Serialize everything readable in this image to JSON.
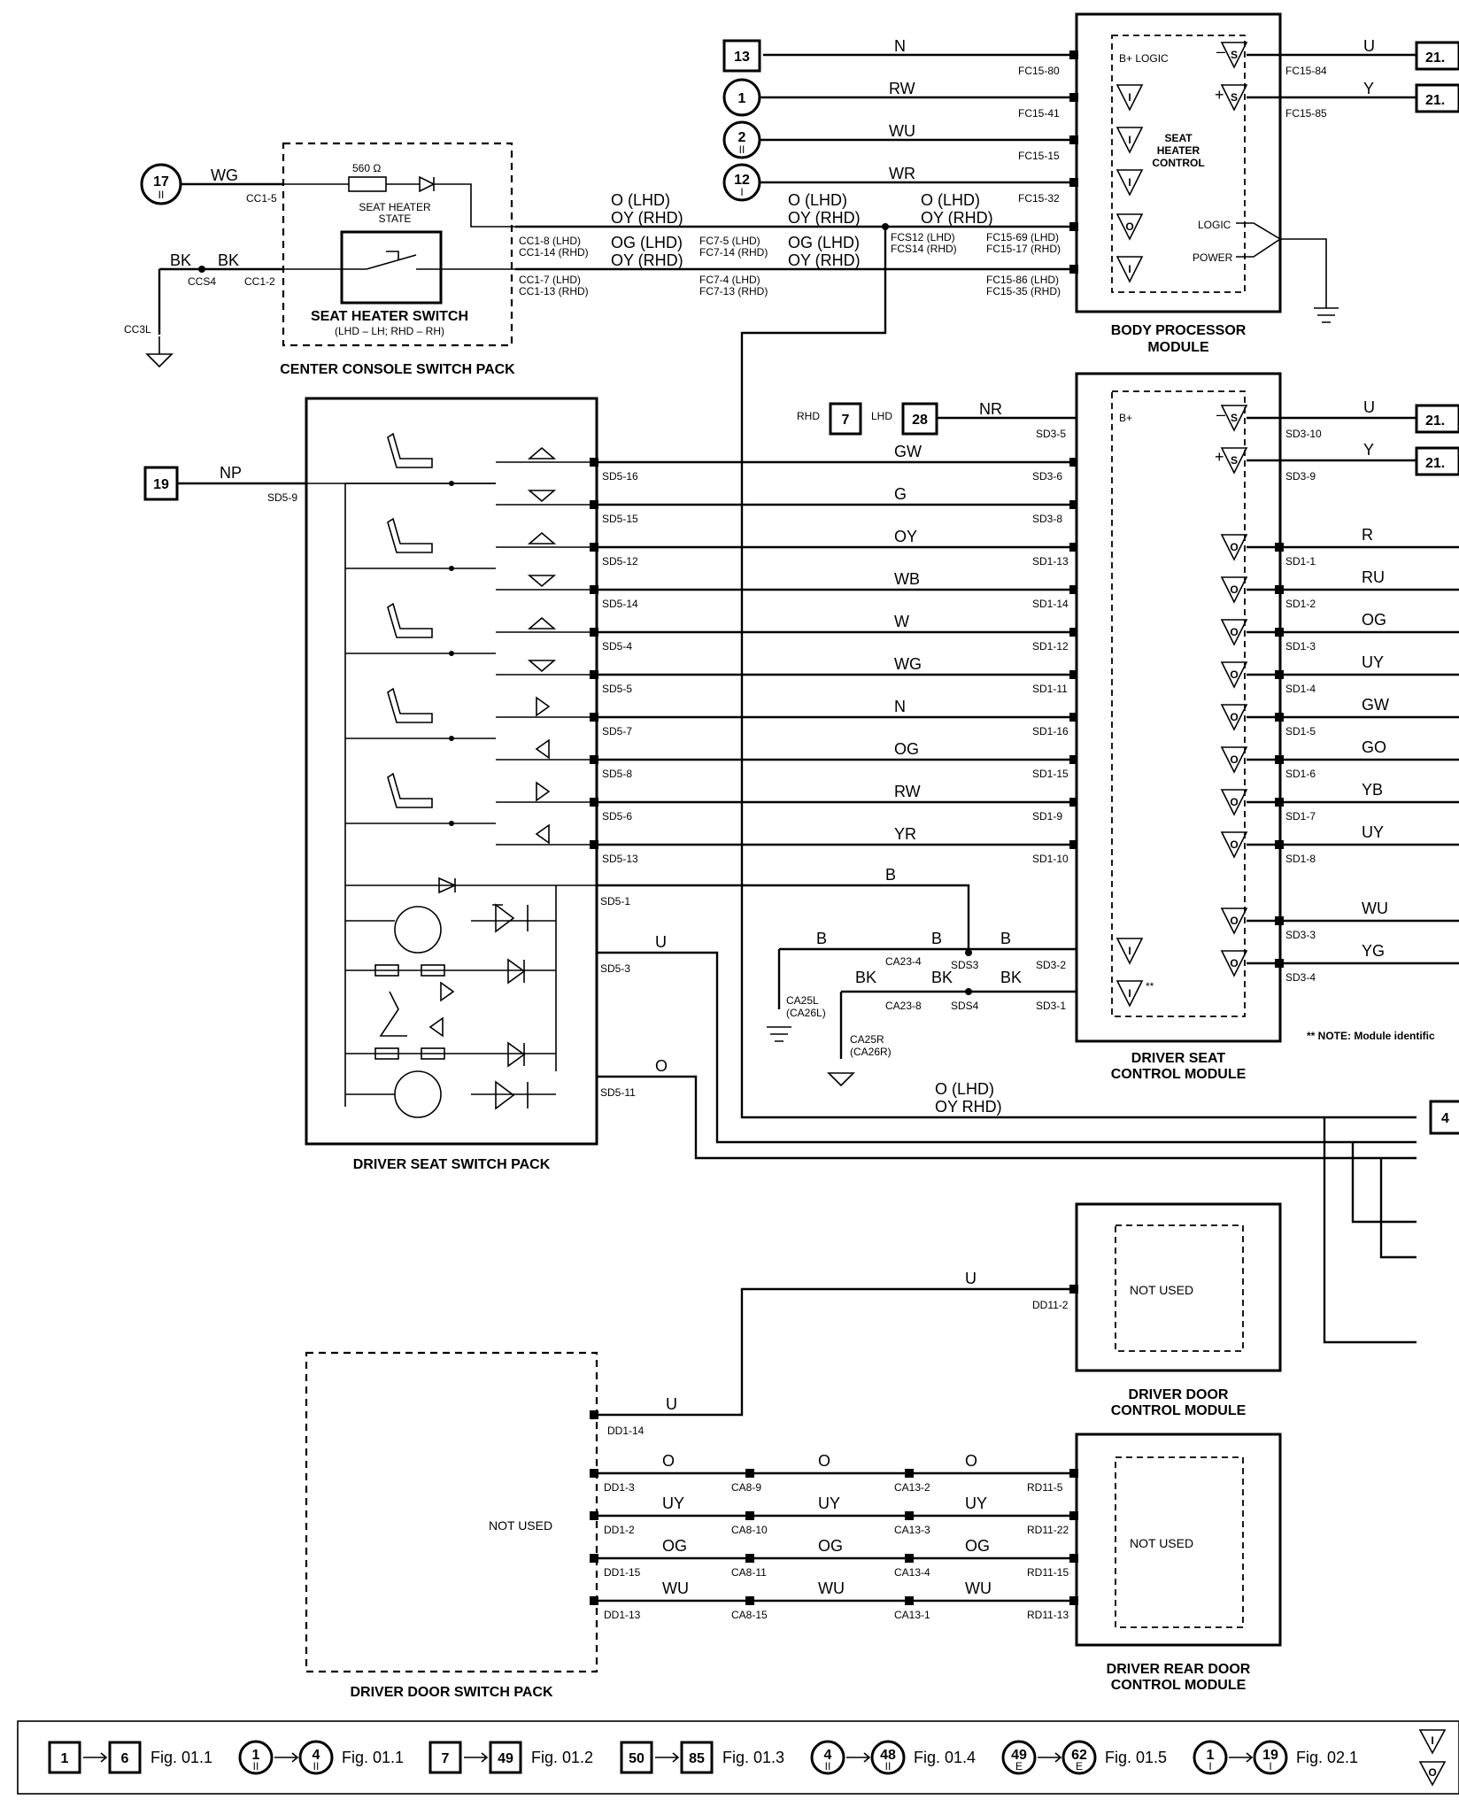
{
  "modules": {
    "body_processor": {
      "name_line1": "BODY PROCESSOR",
      "name_line2": "MODULE",
      "internal_line1": "SEAT",
      "internal_line2": "HEATER",
      "internal_line3": "CONTROL",
      "logic": "LOGIC",
      "power": "POWER",
      "b_logic": "B+ LOGIC",
      "minus": "–",
      "plus": "+"
    },
    "center_console": {
      "name": "CENTER CONSOLE SWITCH PACK",
      "switch_name": "SEAT HEATER SWITCH",
      "switch_sub": "(LHD – LH; RHD – RH)",
      "resistor": "560 Ω",
      "led_line1": "SEAT HEATER",
      "led_line2": "STATE"
    },
    "driver_seat_switch": {
      "name": "DRIVER SEAT SWITCH PACK"
    },
    "driver_seat_control": {
      "name_line1": "DRIVER SEAT",
      "name_line2": "CONTROL MODULE",
      "b_plus": "B+",
      "minus": "–",
      "plus": "+",
      "star": "**",
      "note": "** NOTE: Module identific"
    },
    "driver_door_control": {
      "name_line1": "DRIVER DOOR",
      "name_line2": "CONTROL MODULE",
      "internal": "NOT USED"
    },
    "driver_door_switch": {
      "name": "DRIVER DOOR SWITCH PACK",
      "internal": "NOT USED"
    },
    "driver_rear_door": {
      "name_line1": "DRIVER REAR DOOR",
      "name_line2": "CONTROL MODULE",
      "internal": "NOT USED"
    }
  },
  "ref_boxes": {
    "r13": "13",
    "r1": "1",
    "r2": "2",
    "r12": "12",
    "r17": "17",
    "r19": "19",
    "r7": "7",
    "r28": "28",
    "r21a": "21.",
    "r21b": "21.",
    "r21c": "21.",
    "r21d": "21.",
    "r4": "4",
    "roman_ii": "II",
    "roman_i": "I",
    "rhd": "RHD",
    "lhd": "LHD"
  },
  "bpm": {
    "wires": {
      "n": "N",
      "rw": "RW",
      "wu": "WU",
      "wr": "WR",
      "o_lhd": "O (LHD)",
      "oy_rhd": "OY (RHD)",
      "og_lhd": "OG (LHD)",
      "wg": "WG",
      "bk": "BK",
      "u": "U",
      "y": "Y"
    },
    "conns": {
      "fc15_80": "FC15-80",
      "fc15_41": "FC15-41",
      "fc15_15": "FC15-15",
      "fc15_32": "FC15-32",
      "fc15_69": "FC15-69 (LHD)",
      "fc15_17": "FC15-17 (RHD)",
      "fc15_86": "FC15-86 (LHD)",
      "fc15_35": "FC15-35 (RHD)",
      "fc15_84": "FC15-84",
      "fc15_85": "FC15-85",
      "cc1_5": "CC1-5",
      "cc1_2": "CC1-2",
      "ccs4": "CCS4",
      "cc3l": "CC3L",
      "cc1_8": "CC1-8 (LHD)",
      "cc1_14": "CC1-14 (RHD)",
      "cc1_7": "CC1-7 (LHD)",
      "cc1_13": "CC1-13 (RHD)",
      "fc7_5": "FC7-5 (LHD)",
      "fc7_14": "FC7-14 (RHD)",
      "fc7_4": "FC7-4 (LHD)",
      "fc7_13": "FC7-13 (RHD)",
      "fcs12": "FCS12 (LHD)",
      "fcs14": "FCS14 (RHD)"
    }
  },
  "seat": {
    "left_wires": {
      "np": "NP",
      "sd5_9": "SD5-9"
    },
    "rows_left": [
      {
        "wire": "GW",
        "sw": "SD5-16",
        "sd": "SD3-6"
      },
      {
        "wire": "G",
        "sw": "SD5-15",
        "sd": "SD3-8"
      },
      {
        "wire": "OY",
        "sw": "SD5-12",
        "sd": "SD1-13"
      },
      {
        "wire": "WB",
        "sw": "SD5-14",
        "sd": "SD1-14"
      },
      {
        "wire": "W",
        "sw": "SD5-4",
        "sd": "SD1-12"
      },
      {
        "wire": "WG",
        "sw": "SD5-5",
        "sd": "SD1-11"
      },
      {
        "wire": "N",
        "sw": "SD5-7",
        "sd": "SD1-16"
      },
      {
        "wire": "OG",
        "sw": "SD5-8",
        "sd": "SD1-15"
      },
      {
        "wire": "RW",
        "sw": "SD5-6",
        "sd": "SD1-9"
      },
      {
        "wire": "YR",
        "sw": "SD5-13",
        "sd": "SD1-10"
      }
    ],
    "rows_right": [
      {
        "wire": "R",
        "pin": "SD1-1"
      },
      {
        "wire": "RU",
        "pin": "SD1-2"
      },
      {
        "wire": "OG",
        "pin": "SD1-3"
      },
      {
        "wire": "UY",
        "pin": "SD1-4"
      },
      {
        "wire": "GW",
        "pin": "SD1-5"
      },
      {
        "wire": "GO",
        "pin": "SD1-6"
      },
      {
        "wire": "YB",
        "pin": "SD1-7"
      },
      {
        "wire": "UY",
        "pin": "SD1-8"
      }
    ],
    "top": {
      "nr": "NR",
      "sd3_5": "SD3-5",
      "u": "U",
      "y": "Y",
      "sd3_10": "SD3-10",
      "sd3_9": "SD3-9"
    },
    "bottom_right": [
      {
        "wire": "WU",
        "pin": "SD3-3"
      },
      {
        "wire": "YG",
        "pin": "SD3-4"
      }
    ],
    "ground": {
      "b": "B",
      "sd5_1": "SD5-1",
      "u": "U",
      "sd5_3": "SD5-3",
      "o": "O",
      "sd5_11": "SD5-11",
      "ca23_4": "CA23-4",
      "sds3": "SDS3",
      "sd3_2": "SD3-2",
      "bk": "BK",
      "ca23_8": "CA23-8",
      "sds4": "SDS4",
      "sd3_1": "SD3-1",
      "ca25l": "CA25L",
      "ca26l": "(CA26L)",
      "ca25r": "CA25R",
      "ca26r": "(CA26R)"
    },
    "long_wire_1": "O (LHD)",
    "long_wire_2": "OY RHD)"
  },
  "door": {
    "u": "U",
    "dd11_2": "DD11-2",
    "dd1_14": "DD1-14",
    "rows": [
      {
        "wire": "O",
        "dd": "DD1-3",
        "ca8": "CA8-9",
        "ca13": "CA13-2",
        "rd": "RD11-5"
      },
      {
        "wire": "UY",
        "dd": "DD1-2",
        "ca8": "CA8-10",
        "ca13": "CA13-3",
        "rd": "RD11-22"
      },
      {
        "wire": "OG",
        "dd": "DD1-15",
        "ca8": "CA8-11",
        "ca13": "CA13-4",
        "rd": "RD11-15"
      },
      {
        "wire": "WU",
        "dd": "DD1-13",
        "ca8": "CA8-15",
        "ca13": "CA13-1",
        "rd": "RD11-13"
      }
    ]
  },
  "legend": [
    {
      "from": "1",
      "to": "6",
      "fig": "Fig. 01.1",
      "style": "square"
    },
    {
      "from": "1",
      "to": "4",
      "fig": "Fig. 01.1",
      "style": "circle",
      "sub": "II"
    },
    {
      "from": "7",
      "to": "49",
      "fig": "Fig. 01.2",
      "style": "square"
    },
    {
      "from": "50",
      "to": "85",
      "fig": "Fig. 01.3",
      "style": "square"
    },
    {
      "from": "4",
      "to": "48",
      "fig": "Fig. 01.4",
      "style": "circle",
      "sub": "II"
    },
    {
      "from": "49",
      "to": "62",
      "fig": "Fig. 01.5",
      "style": "circle",
      "sub": "E"
    },
    {
      "from": "1",
      "to": "19",
      "fig": "Fig. 02.1",
      "style": "circle",
      "sub": "I"
    }
  ],
  "legend_symbols": {
    "i": "I",
    "o": "O",
    "s": "S"
  }
}
